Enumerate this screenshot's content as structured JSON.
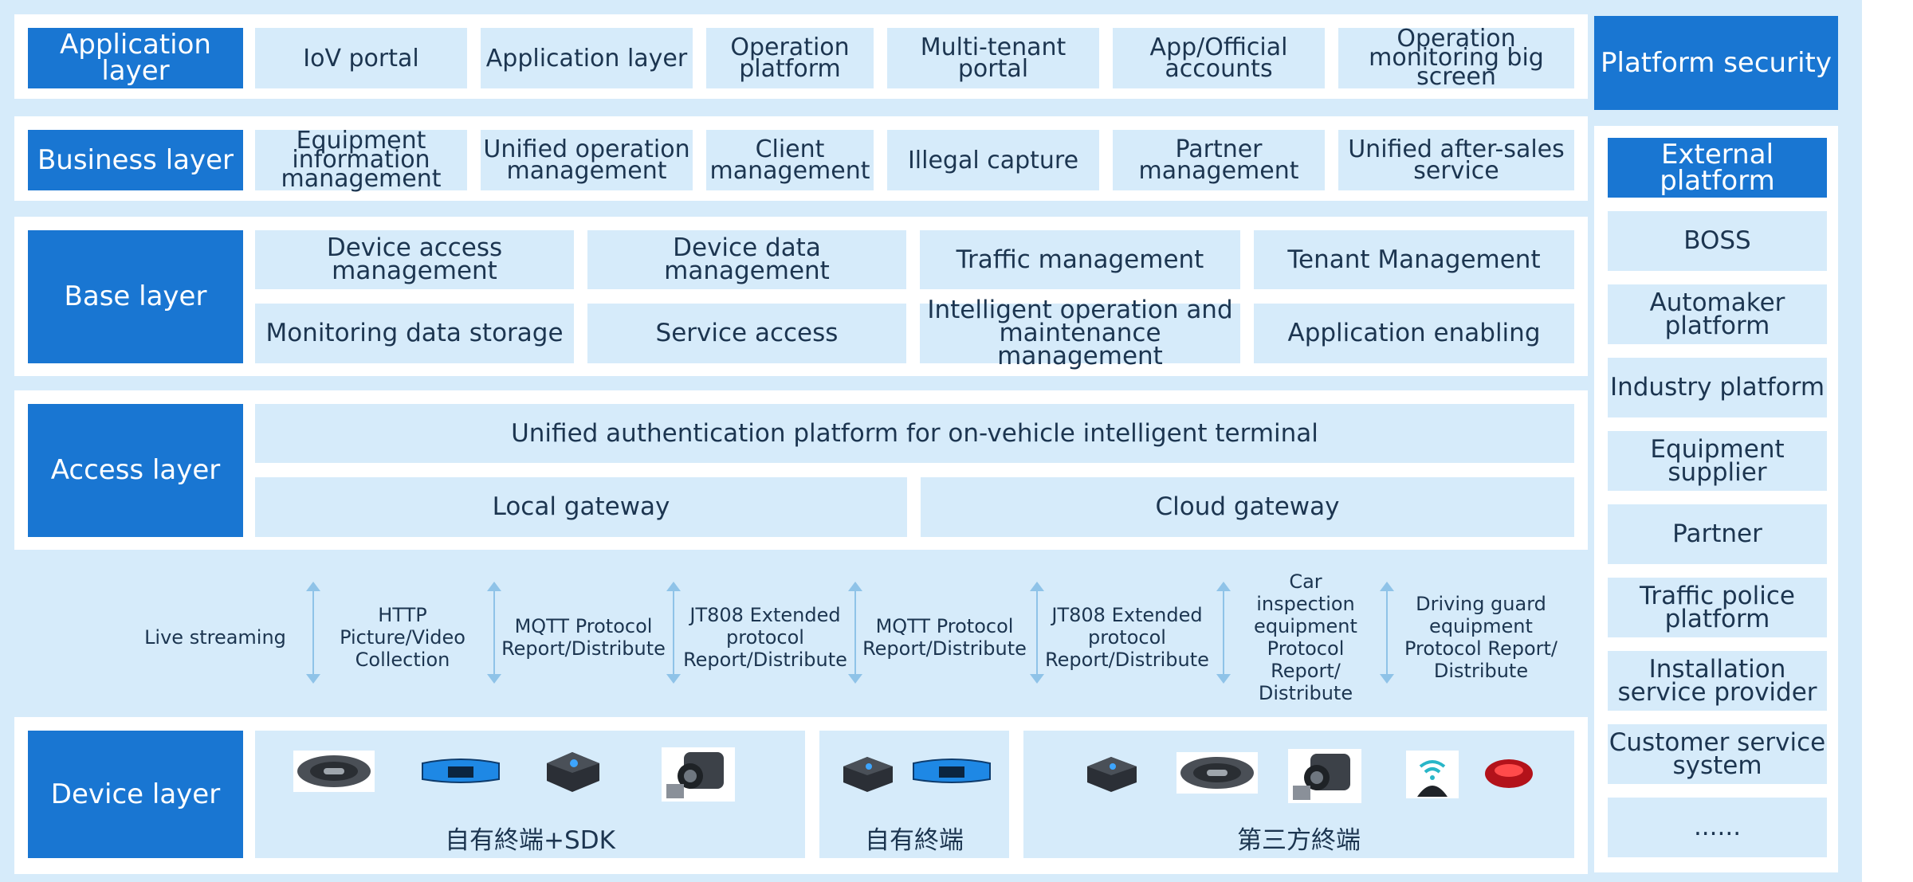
{
  "application_layer": {
    "header": "Application layer",
    "items": [
      "IoV portal",
      "Application layer",
      "Operation platform",
      "Multi-tenant portal",
      "App/Official accounts",
      "Operation monitoring big screen"
    ]
  },
  "business_layer": {
    "header": "Business layer",
    "items": [
      "Equipment information management",
      "Unified operation management",
      "Client management",
      "Illegal capture",
      "Partner management",
      "Unified after-sales service"
    ]
  },
  "base_layer": {
    "header": "Base layer",
    "items": [
      "Device access management",
      "Device data management",
      "Traffic management",
      "Tenant Management",
      "Monitoring data storage",
      "Service access",
      "Intelligent operation and maintenance management",
      "Application enabling"
    ]
  },
  "access_layer": {
    "header": "Access layer",
    "items": [
      "Unified authentication platform for on-vehicle intelligent terminal",
      "Local gateway",
      "Cloud gateway"
    ]
  },
  "protocols": [
    "Live streaming",
    "HTTP Picture/Video Collection",
    "MQTT Protocol Report/Distribute",
    "JT808 Extended protocol Report/Distribute",
    "MQTT Protocol Report/Distribute",
    "JT808 Extended protocol Report/Distribute",
    "Car inspection equipment Protocol Report/ Distribute",
    "Driving guard equipment Protocol Report/ Distribute"
  ],
  "device_layer": {
    "header": "Device layer",
    "groups": [
      "自有終端+SDK",
      "自有終端",
      "第三方終端"
    ]
  },
  "platform_security": {
    "header": "Platform security",
    "sub_header": "External platform",
    "items": [
      "BOSS",
      "Automaker platform",
      "Industry platform",
      "Equipment supplier",
      "Partner",
      "Traffic police platform",
      "Installation service provider",
      "Customer service system",
      "......"
    ]
  },
  "colors": {
    "accent": "#1976d2",
    "cell": "#d6ebfa",
    "background": "#d6ebfa",
    "panel": "#ffffff",
    "arrow": "#8fc3e8"
  }
}
